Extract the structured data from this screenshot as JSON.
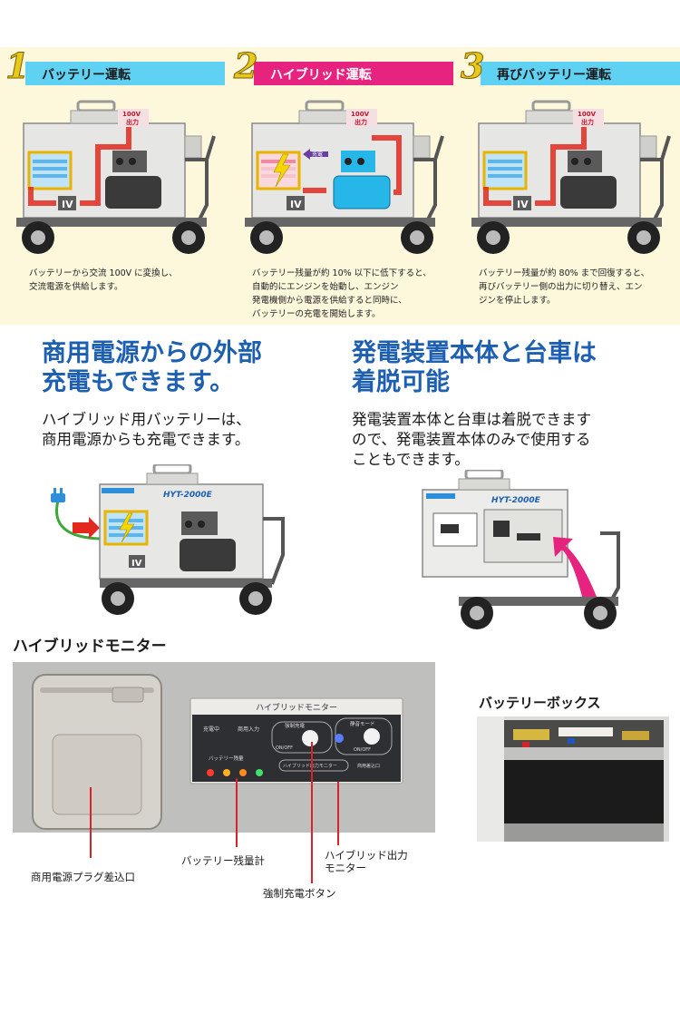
{
  "steps": [
    {
      "number": "1",
      "title": "バッテリー運転",
      "bar_color": "#5fd1f2",
      "title_color": "#1a1a1a",
      "label_output": "100V\n出力",
      "label_inverter": "IV",
      "desc": [
        "バッテリーから交流 100V に変換し、",
        "交流電源を供給します。"
      ]
    },
    {
      "number": "2",
      "title": "ハイブリッド運転",
      "bar_color": "#e6237e",
      "title_color": "#ffffff",
      "label_output": "100V\n出力",
      "label_inverter": "IV",
      "label_charge": "充電",
      "desc": [
        "バッテリー残量が約 10% 以下に低下すると、",
        "自動的にエンジンを始動し、エンジン",
        "発電機側から電源を供給すると同時に、",
        "バッテリーの充電を開始します。"
      ]
    },
    {
      "number": "3",
      "title": "再びバッテリー運転",
      "bar_color": "#5fd1f2",
      "title_color": "#1a1a1a",
      "label_output": "100V\n出力",
      "label_inverter": "IV",
      "desc": [
        "バッテリー残量が約 80% まで回復すると、",
        "再びバッテリー側の出力に切り替え、エン",
        "ジンを停止します。"
      ]
    }
  ],
  "feature_charge": {
    "heading": [
      "商用電源からの外部",
      "充電もできます。"
    ],
    "body": [
      "ハイブリッド用バッテリーは、",
      "商用電源からも充電できます。"
    ],
    "label_inverter": "IV",
    "brand": "HYT-2000E"
  },
  "feature_detach": {
    "heading": [
      "発電装置本体と台車は",
      "着脱可能"
    ],
    "body": [
      "発電装置本体と台車は着脱できます",
      "ので、発電装置本体のみで使用する",
      "こともできます。"
    ],
    "brand": "HYT-2000E"
  },
  "monitor": {
    "title": "ハイブリッドモニター",
    "panel_title": "ハイブリッドモニター",
    "label_running": "充電中",
    "label_mains": "商用入力",
    "label_force": "強制充電",
    "label_silent": "静音モード",
    "label_onoff": "ON/OFF",
    "label_battery": "バッテリー残量",
    "label_hybrid_out": "ハイブリッド出力モニター",
    "label_mains_in": "商用差込口",
    "callout_plug": "商用電源プラグ差込口",
    "callout_battery": "バッテリー残量計",
    "callout_force": "強制充電ボタン",
    "callout_hybrid": [
      "ハイブリッド出力",
      "モニター"
    ]
  },
  "battery_box": {
    "title": "バッテリーボックス"
  },
  "colors": {
    "accent_blue": "#1d5fb0",
    "accent_red": "#d8232a",
    "band_bg": "#fdf7dc"
  }
}
